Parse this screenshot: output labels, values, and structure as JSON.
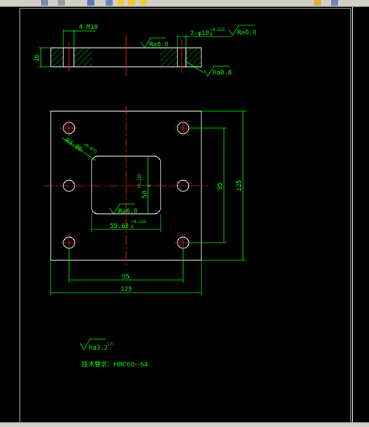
{
  "app": {
    "toolbar_icons": [
      "layers-icon",
      "grid-icon",
      "palette-icon",
      "shape-icon",
      "lightbulb-icon",
      "sun-icon",
      "lock-icon",
      "nav-icon"
    ],
    "colors": {
      "background": "#000000",
      "outline": "#ffffff",
      "dimension": "#00ff00",
      "centerline": "#ff2020",
      "toolbar": "#d4d0c8"
    }
  },
  "drawing": {
    "side_view": {
      "label_holes": "4-M10",
      "label_thickness": "16",
      "label_bore": "2-φ10",
      "label_bore_tol": "+0.155",
      "label_bore_tol_low": "0",
      "roughness_top_left": "Ra0.8",
      "roughness_top_right": "Ra0.8",
      "roughness_bottom": "Ra0.8"
    },
    "plan_view": {
      "label_radius": "R4.06",
      "label_radius_tol": "+0.035",
      "label_inner_height": "50",
      "label_inner_height_tol": "+0.155",
      "label_inner_height_tol_low": "0",
      "label_inner_width": "55.63",
      "label_inner_width_tol": "+0.155",
      "label_inner_width_tol_low": "0",
      "roughness_inner": "Ra0.8",
      "dim_hole_spacing_v": "95",
      "dim_overall_v": "125",
      "dim_hole_spacing_h": "95",
      "dim_overall_h": "125"
    },
    "notes": {
      "general_roughness": "Ra3.2",
      "general_roughness_suffix": "(√)",
      "technical_requirement": "技术要求：HRC60~64"
    }
  }
}
